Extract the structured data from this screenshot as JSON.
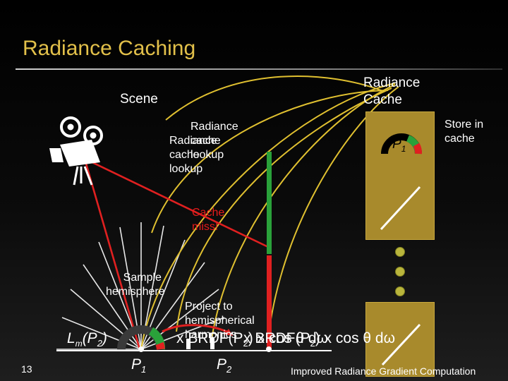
{
  "slide": {
    "title": "Radiance Caching",
    "number": "13",
    "footer": "Improved Radiance Gradient Computation"
  },
  "labels": {
    "scene": "Scene",
    "radiance_cache_line1": "Radiance",
    "radiance_cache_line2": "Cache",
    "store_line1": "Store in",
    "store_line2": "cache",
    "lookup_a_line1": "Radiance",
    "lookup_a_line2": "cache",
    "lookup_a_line3": "lookup",
    "lookup_b_line1": "Radiance",
    "lookup_b_line2": "cache",
    "lookup_b_line3": "lookup",
    "cache_miss_line1": "Cache",
    "cache_miss_line2": "miss!",
    "sample_line1": "Sample",
    "sample_line2": "hemisphere",
    "project_line1": "Project to",
    "project_line2": "hemispherical",
    "project_line3": "harmonics",
    "p1": "P",
    "p1_sub": "1",
    "p2": "P",
    "p2_sub": "2",
    "cache_p1": "P",
    "cache_p1_sub": "1"
  },
  "equation": {
    "left": "L",
    "left_args": "(P",
    "left_sub": "2",
    "left_close": ")",
    "middle": "x BRDF(P",
    "middle_sub": "2",
    "middle_close": ") x cos θ dω",
    "overlap_a": "x BRDF(P",
    "overlap_b": "2",
    "overlap_c": ") x cos θ dω"
  },
  "colors": {
    "title": "#e2c04a",
    "cache_panel": "#a88a2c",
    "ray_red": "#e02020",
    "ray_yellow": "#e0c030",
    "gauge_green": "#2aa13a"
  }
}
